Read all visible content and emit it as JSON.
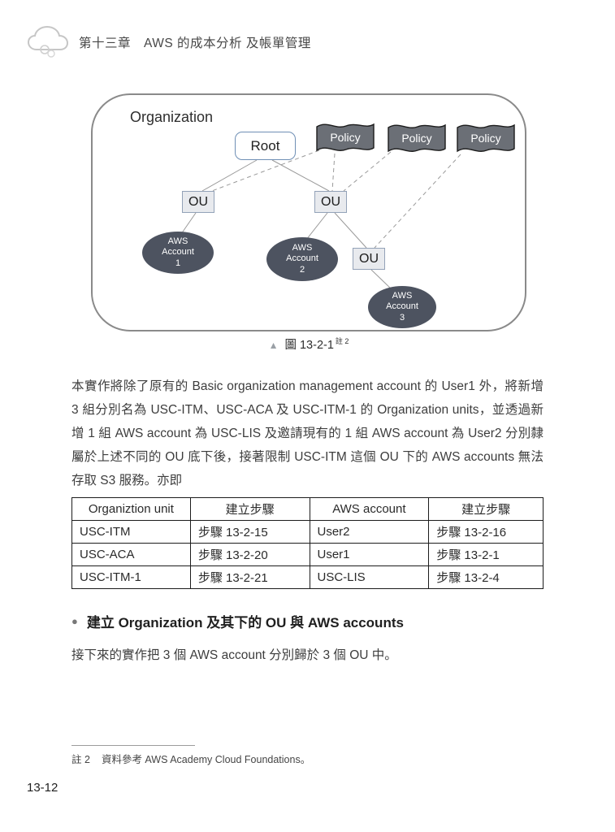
{
  "header": {
    "chapter": "第十三章",
    "title": "AWS 的成本分析 及帳單管理"
  },
  "figure": {
    "organization_label": "Organization",
    "root_label": "Root",
    "policies": [
      "Policy",
      "Policy",
      "Policy"
    ],
    "ous": [
      "OU",
      "OU",
      "OU"
    ],
    "accounts": [
      "AWS\nAccount\n1",
      "AWS\nAccount\n2",
      "AWS\nAccount\n3"
    ],
    "caption_marker": "▲",
    "caption": "圖 13-2-1",
    "caption_note": "註 2"
  },
  "paragraphs": {
    "intro": "本實作將除了原有的 Basic organization management account 的 User1 外，將新增 3 組分別名為 USC-ITM、USC-ACA 及 USC-ITM-1 的 Organization units，並透過新增 1 組 AWS account 為 USC-LIS 及邀請現有的 1 組 AWS account 為 User2 分別隸屬於上述不同的 OU 底下後，接著限制 USC-ITM 這個 OU 下的 AWS accounts 無法存取 S3 服務。亦即",
    "follow": "接下來的實作把 3 個 AWS account 分別歸於 3 個 OU 中。"
  },
  "table": {
    "headers": [
      "Organiztion unit",
      "建立步驟",
      "AWS account",
      "建立步驟"
    ],
    "rows": [
      [
        "USC-ITM",
        "步驟 13-2-15",
        "User2",
        "步驟 13-2-16"
      ],
      [
        "USC-ACA",
        "步驟 13-2-20",
        "User1",
        "步驟 13-2-1"
      ],
      [
        "USC-ITM-1",
        "步驟 13-2-21",
        "USC-LIS",
        "步驟 13-2-4"
      ]
    ]
  },
  "section": {
    "bullet": "●",
    "heading": "建立 Organization 及其下的 OU 與 AWS accounts"
  },
  "footnote": {
    "label": "註 2",
    "text": "資料參考 AWS Academy Cloud Foundations。"
  },
  "page_number": "13-12",
  "colors": {
    "policy_fill": "#6b6f76",
    "account_fill": "#4d5360",
    "ou_fill": "#e8eaee",
    "root_border": "#6f8fb5",
    "edge_line": "#9a9a9a",
    "container_border": "#8a8a8a"
  }
}
